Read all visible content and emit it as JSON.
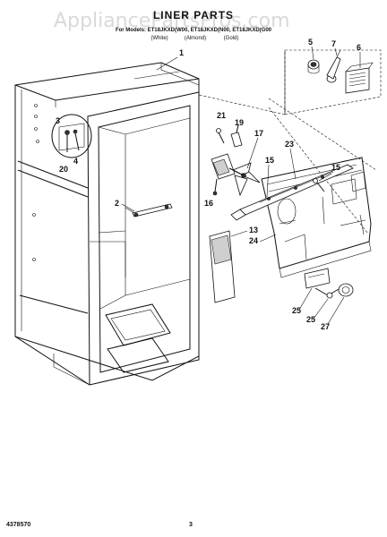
{
  "watermark": "AppliancePartsPros.com",
  "header": {
    "title": "LINER PARTS",
    "models": "For Models: ET18JKXD(W00, ET18JKXD(N00, ET18JKXD(G00",
    "finishes": [
      "(White)",
      "(Almond)",
      "(Gold)"
    ]
  },
  "callouts": {
    "n1": "1",
    "n2": "2",
    "n3": "3",
    "n4": "4",
    "n5": "5",
    "n6": "6",
    "n7": "7",
    "n13": "13",
    "n15a": "15",
    "n15b": "15",
    "n16": "16",
    "n17": "17",
    "n19": "19",
    "n20": "20",
    "n21": "21",
    "n23": "23",
    "n24": "24",
    "n25a": "25",
    "n25b": "25",
    "n27": "27"
  },
  "footer": {
    "doc_number": "4378570",
    "page": "3"
  }
}
